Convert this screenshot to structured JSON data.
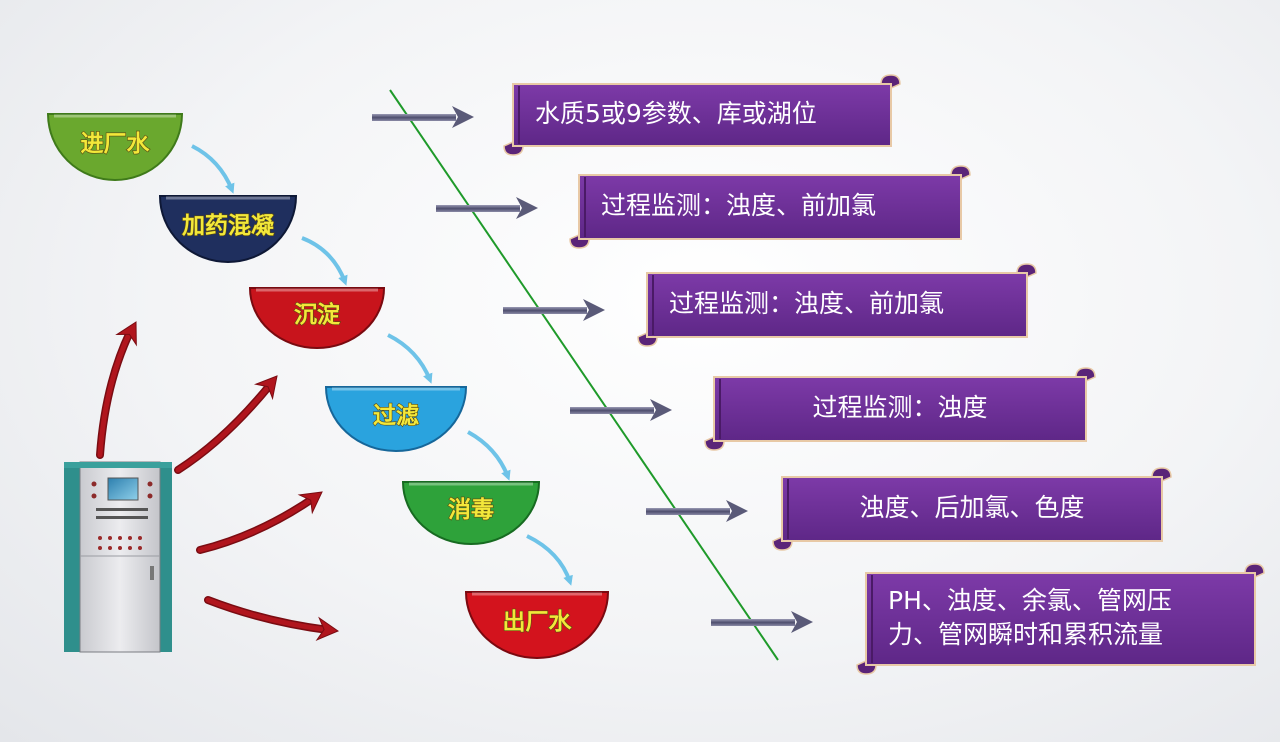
{
  "stages": [
    {
      "label": "进厂水",
      "color": "#6aa82e",
      "dark": "#3f7a1a"
    },
    {
      "label": "加药混凝",
      "color": "#1f2f5e",
      "dark": "#0e1836"
    },
    {
      "label": "沉淀",
      "color": "#c8141c",
      "dark": "#7a0a10"
    },
    {
      "label": "过滤",
      "color": "#2aa3de",
      "dark": "#16679a"
    },
    {
      "label": "消毒",
      "color": "#2ea23a",
      "dark": "#176b21"
    },
    {
      "label": "出厂水",
      "color": "#d3131d",
      "dark": "#7c0910"
    }
  ],
  "monitor_boxes": [
    {
      "lines": [
        "水质5或9参数、库或湖位"
      ],
      "align": "start"
    },
    {
      "lines": [
        "过程监测：浊度、前加氯"
      ],
      "align": "start"
    },
    {
      "lines": [
        "过程监测：浊度、前加氯"
      ],
      "align": "start"
    },
    {
      "lines": [
        "过程监测：浊度"
      ],
      "align": "middle"
    },
    {
      "lines": [
        "浊度、后加氯、色度"
      ],
      "align": "middle"
    },
    {
      "lines": [
        "PH、浊度、余氯、管网压",
        "力、管网瞬时和累积流量"
      ],
      "align": "start"
    }
  ],
  "colors": {
    "box_fill": "#70309a",
    "box_border": "#e8c9a6",
    "curved_arrow": "#b0151d",
    "flow_arrow": "#5a5a78",
    "step_arrow": "#6ec3e8",
    "divider_line": "#1f9a2a",
    "cabinet_body": "#d9d9de",
    "cabinet_side": "#2f8f8c"
  }
}
